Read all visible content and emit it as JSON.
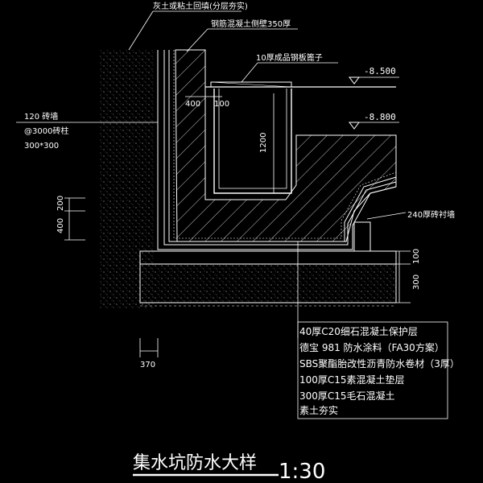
{
  "labels": {
    "backfill": "灰土或粘土回填(分层夯实)",
    "rc_wall": "钢筋混凝土侧壁350厚",
    "grate": "10厚成品钢板篦子",
    "brick_wall_1": "120  砖墙",
    "brick_wall_2": "@3000砖柱",
    "brick_wall_3": "300*300",
    "lining_wall": "240厚砖衬墙"
  },
  "elevations": {
    "top": "-8.500",
    "lower": "-8.800"
  },
  "dimensions": {
    "d400_top": "400",
    "d100_top": "100",
    "d1200": "1200",
    "d200": "200",
    "d400_left": "400",
    "d100_right": "100",
    "d300_right": "300",
    "d370": "370"
  },
  "layers": [
    "40厚C20细石混凝土保护层",
    "德宝 981 防水涂料（FA30方案）",
    "SBS聚酯胎改性沥青防水卷材（3厚）",
    "100厚C15素混凝土垫层",
    "300厚C15毛石混凝土",
    "素土夯实"
  ],
  "title": {
    "main": "集水坑防水大样",
    "scale": "1:30"
  },
  "colors": {
    "background": "#000000",
    "lines": "#ffffff",
    "fill_gray": "#9a9a9a"
  }
}
